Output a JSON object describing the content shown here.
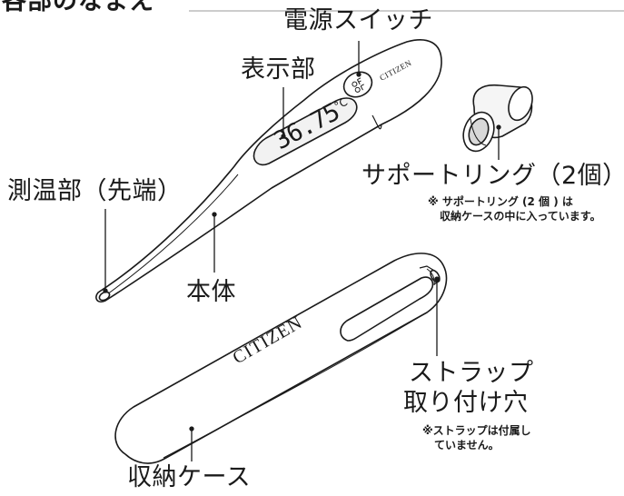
{
  "section_title": "各部のなまえ",
  "brand": "CITIZEN",
  "labels": {
    "power_switch": "電源スイッチ",
    "display": "表示部",
    "sensor_tip": "測温部（先端）",
    "body": "本体",
    "support_ring": "サポートリング（2個）",
    "case": "収納ケース",
    "strap_hole_line1": "ストラップ",
    "strap_hole_line2": "取り付け穴"
  },
  "notes": {
    "support_ring_line1": "※ サポートリング (2 個 ) は",
    "support_ring_line2": "収納ケースの中に入っています。",
    "strap_line1": "※ストラップは付属し",
    "strap_line2": "ていません。"
  },
  "lcd": {
    "reading": "36.75",
    "unit": "°C"
  },
  "switch_icon": "power-switch-on-off-icon",
  "colors": {
    "line": "#1a1a1a",
    "fill": "#ffffff",
    "screen": "#f2f2f2"
  }
}
